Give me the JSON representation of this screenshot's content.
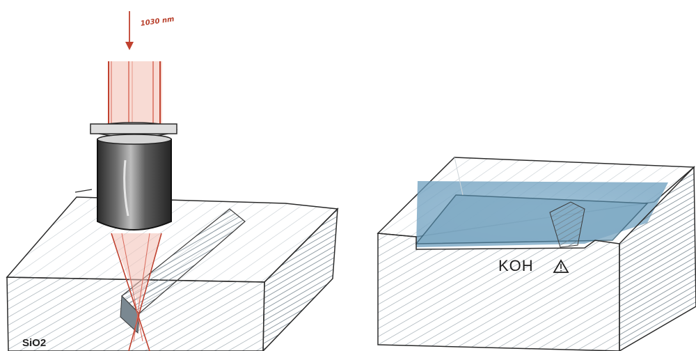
{
  "left_panel": {
    "wavelength_label": "1030 nm",
    "substrate_label": "SiO2"
  },
  "right_panel": {
    "etchant_label": "KOH",
    "warning_icon": "warning-triangle-icon"
  },
  "colors": {
    "laser": "#c0412f",
    "laser_light": "#e89a8a",
    "etchant": "#6b9dbd",
    "ink": "#1e1e1e",
    "hatch": "#7d8c97"
  }
}
